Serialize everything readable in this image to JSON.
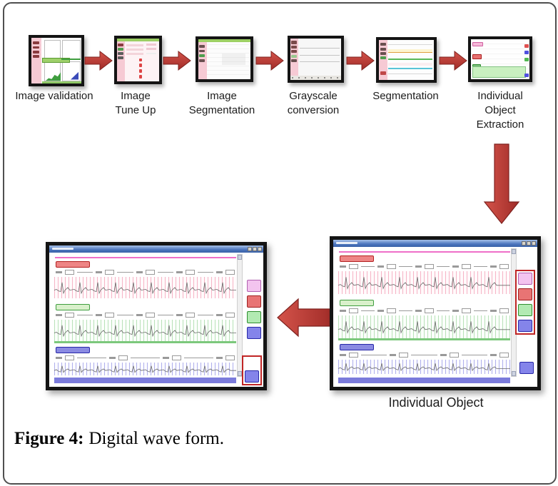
{
  "caption": {
    "label": "Figure 4:",
    "text": "Digital wave form."
  },
  "pipeline_steps": [
    {
      "label": "Image validation"
    },
    {
      "label": "Image Tune Up"
    },
    {
      "label": "Image Segmentation"
    },
    {
      "label": "Grayscale conversion"
    },
    {
      "label": "Segmentation"
    },
    {
      "label": "Individual Object Extraction"
    }
  ],
  "individual_object_label": "Individual Object",
  "colors": {
    "arrow_red": "#c13b35",
    "arrow_red_dark": "#8e2723",
    "titlebar_blue": "#4a74bd",
    "strip_pink": "#ec6e91",
    "strip_green": "#78c378",
    "strip_blue": "#7373dc",
    "bottom_bar_purple": "#7b7bdc",
    "sidebar_pink": "#f6cad4",
    "header_green": "#9ccf63",
    "highlight_outline_red": "#c02525"
  }
}
